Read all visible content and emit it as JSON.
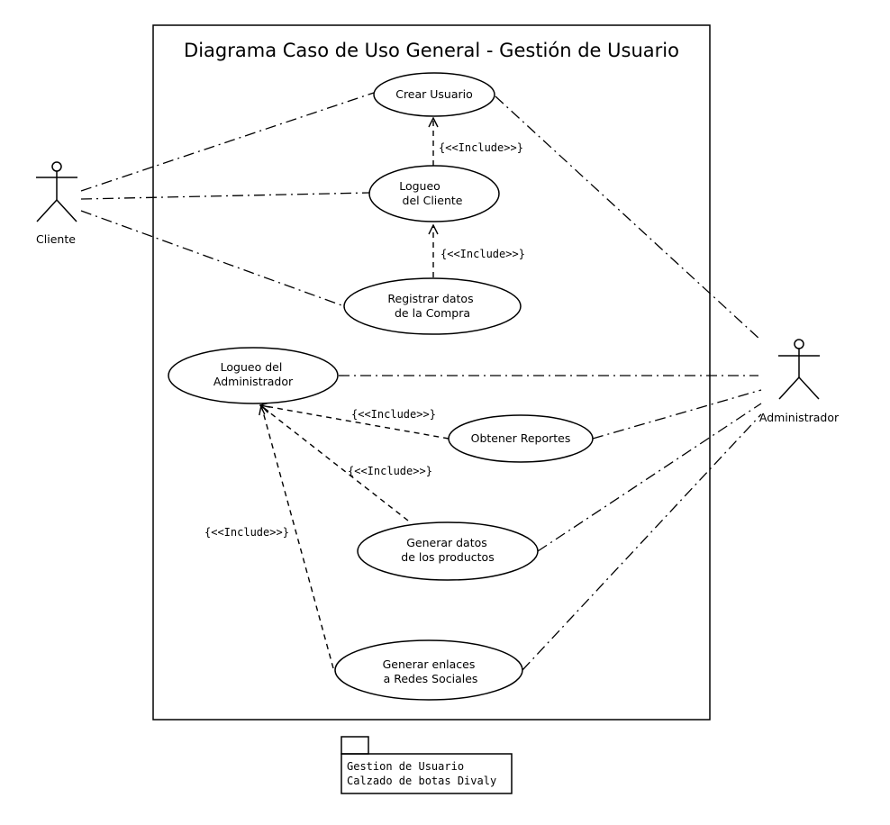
{
  "diagram": {
    "title": "Diagrama Caso de Uso General - Gestión de Usuario",
    "actors": {
      "cliente": "Cliente",
      "administrador": "Administrador"
    },
    "use_cases": {
      "crear_usuario": [
        "Crear Usuario"
      ],
      "logueo_cliente": [
        "Logueo",
        "del Cliente"
      ],
      "registrar_compra": [
        "Registrar datos",
        "de la Compra"
      ],
      "logueo_admin": [
        "Logueo del",
        "Administrador"
      ],
      "obtener_reportes": [
        "Obtener Reportes"
      ],
      "generar_productos": [
        "Generar datos",
        "de los productos"
      ],
      "generar_enlaces": [
        "Generar enlaces",
        "a Redes Sociales"
      ]
    },
    "include_label": "{<<Include>>}",
    "package": {
      "line1": "Gestion de Usuario",
      "line2": "Calzado de botas Divaly"
    }
  }
}
